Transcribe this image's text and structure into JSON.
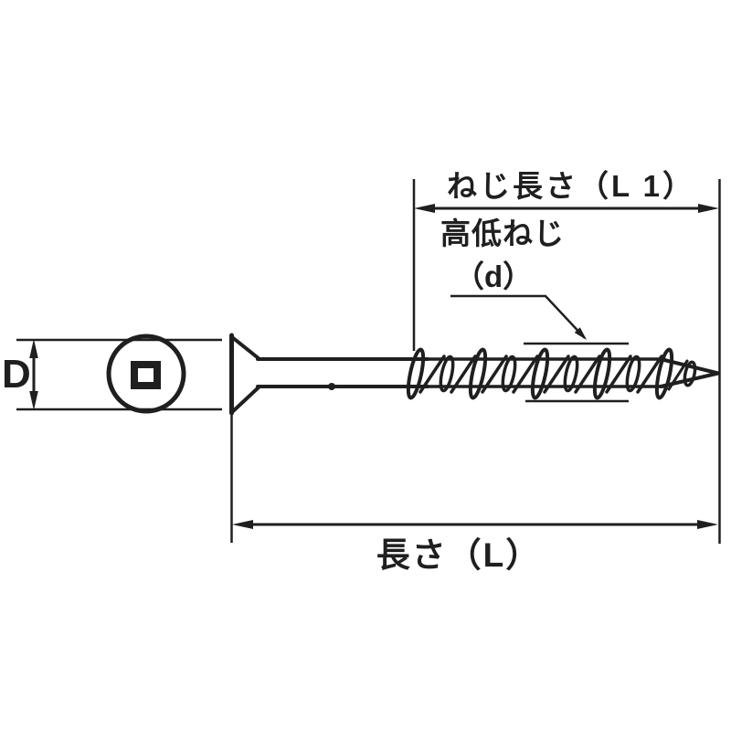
{
  "colors": {
    "ink": "#1f1f1f",
    "background": "#ffffff"
  },
  "labels": {
    "thread_length": "ねじ長さ（L 1）",
    "high_low_thread": "高低ねじ",
    "high_low_thread_dia": "（d）",
    "overall_length": "長さ（L）",
    "head_diameter": "D"
  }
}
